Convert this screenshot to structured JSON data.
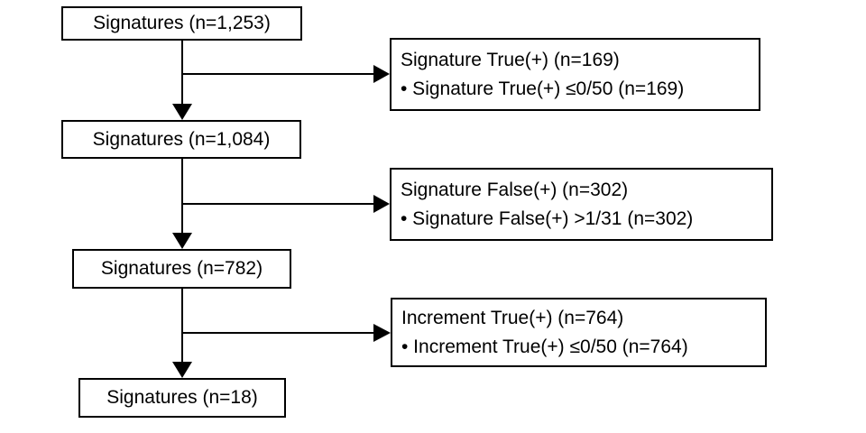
{
  "diagram": {
    "type": "flowchart",
    "colors": {
      "border": "#000000",
      "text": "#000000",
      "background": "#ffffff",
      "arrow": "#000000"
    },
    "main_boxes": [
      {
        "label": "Signatures (n=1,253)"
      },
      {
        "label": "Signatures (n=1,084)"
      },
      {
        "label": "Signatures (n=782)"
      },
      {
        "label": "Signatures (n=18)"
      }
    ],
    "exclusion_boxes": [
      {
        "title": "Signature True(+) (n=169)",
        "bullet": "• Signature True(+) ≤0/50 (n=169)"
      },
      {
        "title": "Signature False(+) (n=302)",
        "bullet": "• Signature False(+) >1/31 (n=302)"
      },
      {
        "title": "Increment True(+) (n=764)",
        "bullet": "• Increment True(+) ≤0/50 (n=764)"
      }
    ]
  }
}
